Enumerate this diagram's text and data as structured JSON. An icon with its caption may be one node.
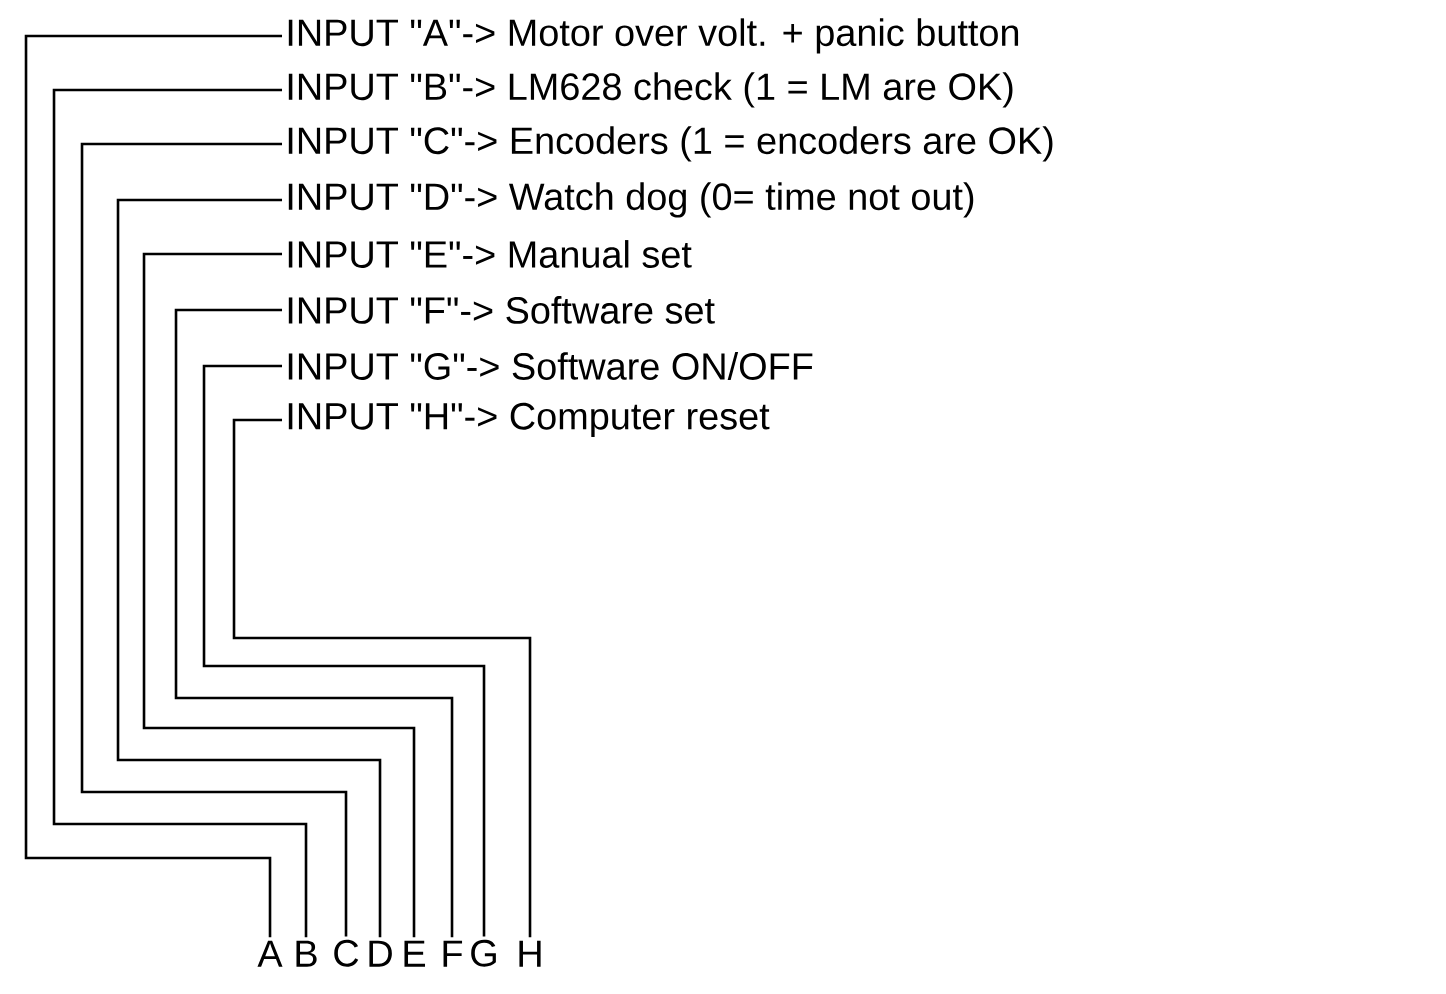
{
  "diagram": {
    "nodes": [
      {
        "text": [
          "INPUT \"A\"-> Motor over volt. + panic button"
        ]
      },
      {
        "text": [
          "INPUT \"B\"-> LM628 check (1 = LM are OK)"
        ]
      },
      {
        "text": [
          "INPUT \"C\"-> Encoders (1 = encoders are OK)"
        ]
      },
      {
        "text": [
          "INPUT \"D\"-> Watch dog (0= time not out)"
        ]
      },
      {
        "text": [
          "INPUT \"E\"-> Manual set"
        ]
      },
      {
        "text": [
          "INPUT \"F\"-> Software set"
        ]
      },
      {
        "text": [
          "INPUT \"G\"-> Software ON/OFF"
        ]
      },
      {
        "text": [
          "INPUT \"H\"-> Computer reset"
        ]
      },
      {
        "text": [
          "A"
        ]
      },
      {
        "text": [
          "B"
        ]
      },
      {
        "text": [
          "C"
        ]
      },
      {
        "text": [
          "D"
        ]
      },
      {
        "text": [
          "E"
        ]
      },
      {
        "text": [
          "F"
        ]
      },
      {
        "text": [
          "G"
        ]
      },
      {
        "text": [
          "H"
        ]
      }
    ],
    "edges": [
      {
        "from": 8,
        "to": 0,
        "arrow": "none"
      },
      {
        "from": 9,
        "to": 1,
        "arrow": "none"
      },
      {
        "from": 10,
        "to": 2,
        "arrow": "none"
      },
      {
        "from": 11,
        "to": 3,
        "arrow": "none"
      },
      {
        "from": 12,
        "to": 4,
        "arrow": "none"
      },
      {
        "from": 13,
        "to": 5,
        "arrow": "none"
      },
      {
        "from": 14,
        "to": 6,
        "arrow": "none"
      },
      {
        "from": 15,
        "to": 7,
        "arrow": "none"
      }
    ]
  }
}
